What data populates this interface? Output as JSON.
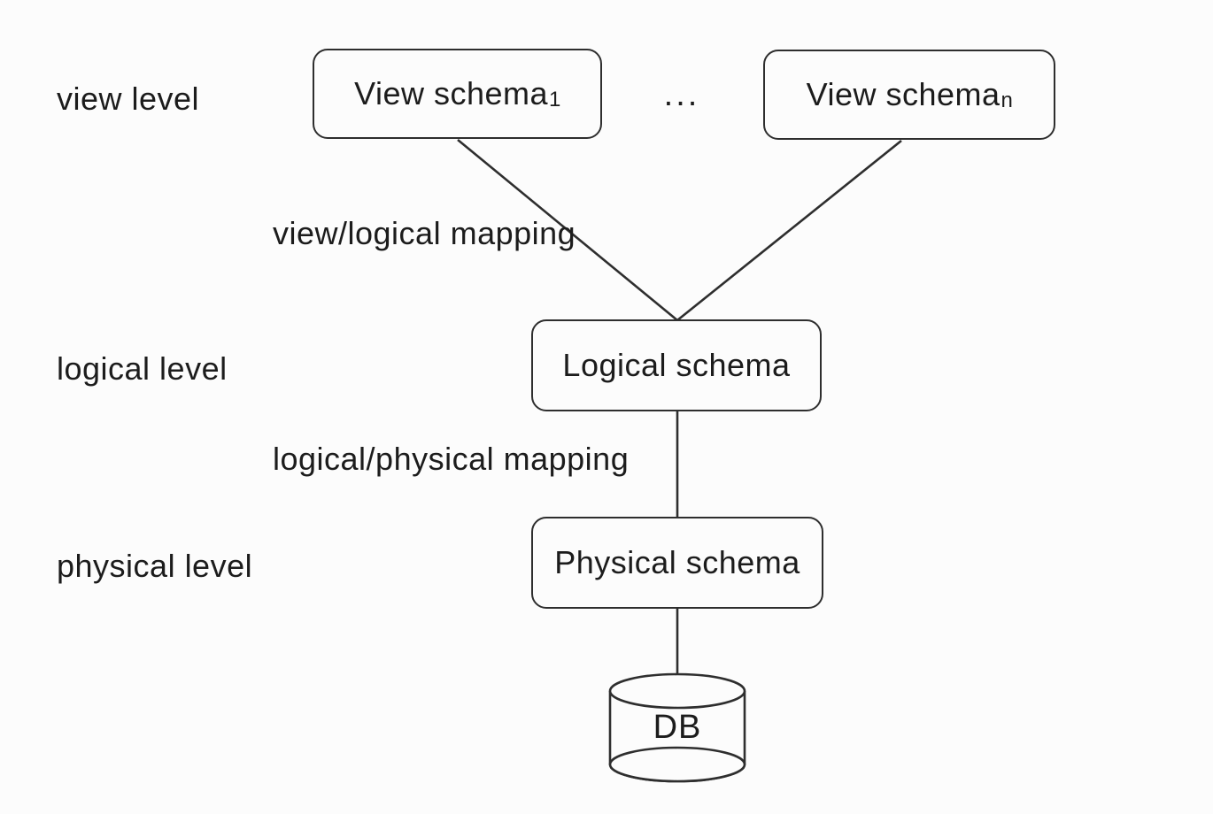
{
  "diagram": {
    "title_semantic": "three-schema database architecture",
    "levels": {
      "view": "view level",
      "logical": "logical level",
      "physical": "physical level"
    },
    "boxes": {
      "view1": {
        "base": "View schema",
        "sub": "1"
      },
      "viewn": {
        "base": "View schema",
        "sub": "n"
      },
      "logical": {
        "label": "Logical schema"
      },
      "physical": {
        "label": "Physical schema"
      }
    },
    "ellipsis": "...",
    "mappings": {
      "view_logical": "view/logical mapping",
      "logical_physical": "logical/physical mapping"
    },
    "database": {
      "label": "DB"
    },
    "colors": {
      "line": "#2e2e2e",
      "background": "#fcfcfc",
      "text": "#1c1c1c"
    }
  }
}
